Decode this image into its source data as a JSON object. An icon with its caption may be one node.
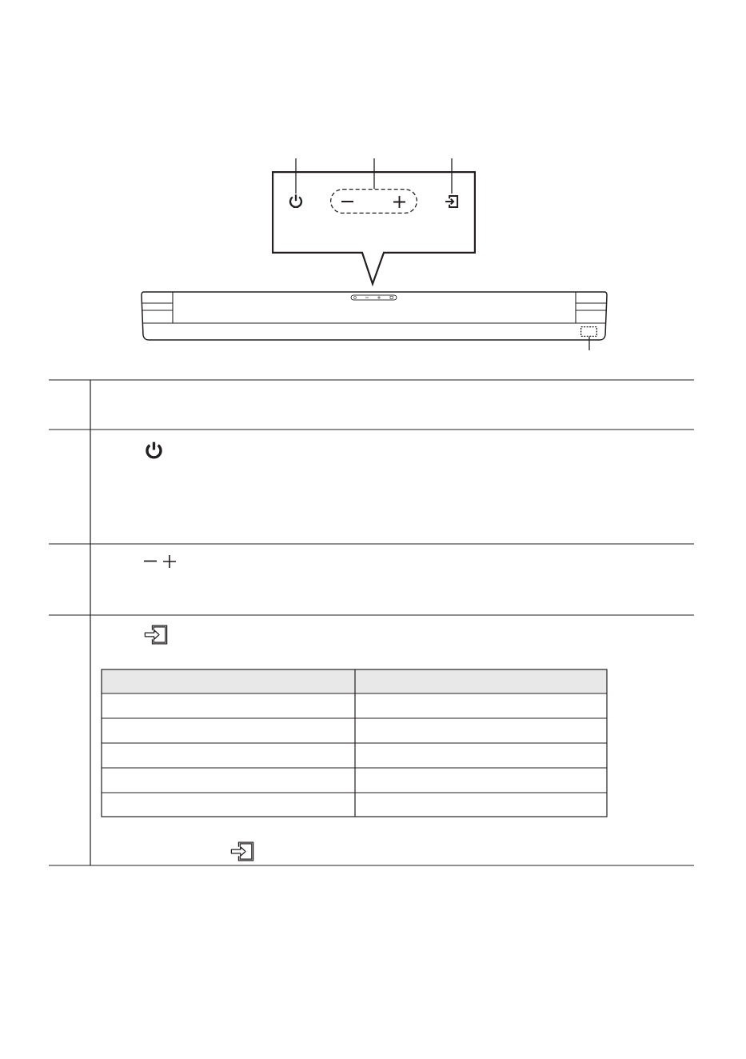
{
  "diagram": {
    "nodes": [
      {
        "text": [],
        "shape": "box"
      },
      {
        "text": [],
        "shape": "picture",
        "in": 0
      },
      {
        "text": [],
        "shape": "box",
        "in": 0
      },
      {
        "text": [],
        "shape": "picture",
        "in": 0
      },
      {
        "text": [],
        "shape": "picture"
      },
      {
        "text": [],
        "shape": "box",
        "in": 4
      }
    ],
    "edges": [
      {
        "from": null,
        "to": 1,
        "arrow": "none"
      },
      {
        "from": null,
        "to": 2,
        "arrow": "none"
      },
      {
        "from": null,
        "to": 3,
        "arrow": "none"
      },
      {
        "from": null,
        "to": 5,
        "arrow": "none"
      }
    ]
  }
}
